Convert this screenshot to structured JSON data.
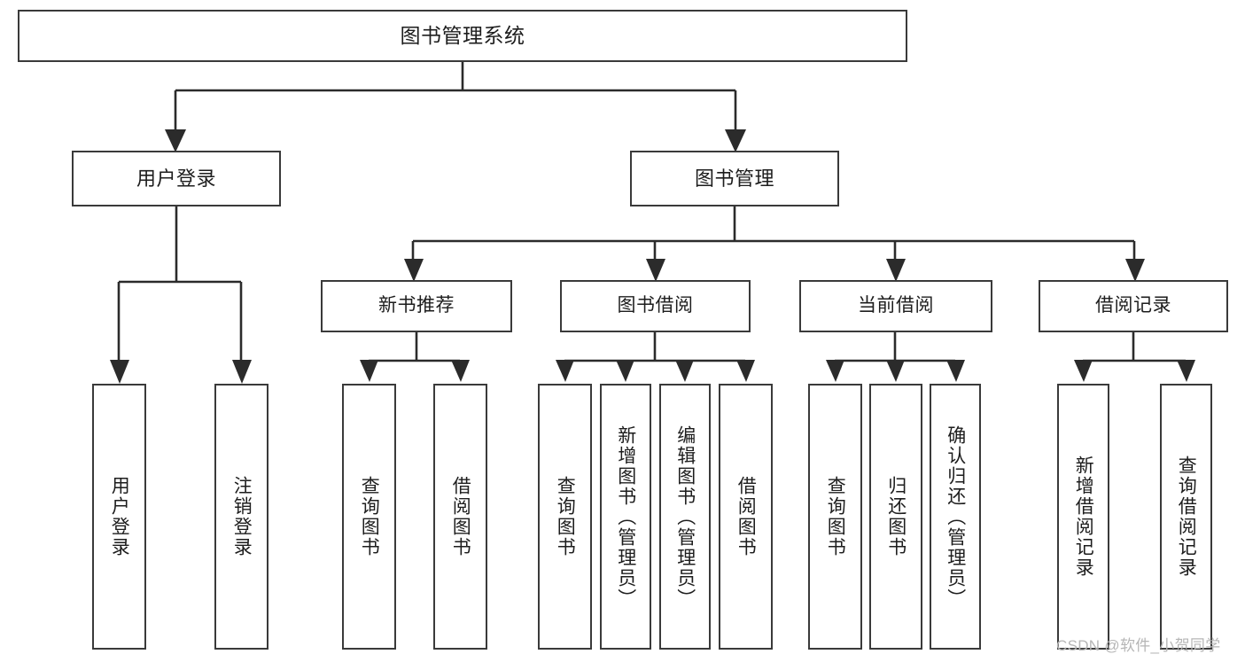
{
  "diagram": {
    "title": "图书管理系统",
    "type": "hierarchy-tree",
    "colors": {
      "box_border": "#3a3a3a",
      "box_fill": "#ffffff",
      "connector": "#2b2b2b",
      "text": "#1d1d1d",
      "watermark": "#b6b6b6",
      "canvas": "#ffffff"
    },
    "watermark": "CSDN @软件_小贺同学",
    "root": {
      "label": "图书管理系统"
    },
    "level1": [
      {
        "label": "用户登录"
      },
      {
        "label": "图书管理"
      }
    ],
    "level2": [
      {
        "label": "新书推荐"
      },
      {
        "label": "图书借阅"
      },
      {
        "label": "当前借阅"
      },
      {
        "label": "借阅记录"
      }
    ],
    "leaves": {
      "user_login": [
        {
          "label": "用户登录"
        },
        {
          "label": "注销登录"
        }
      ],
      "new_book_recommend": [
        {
          "label": "查询图书"
        },
        {
          "label": "借阅图书"
        }
      ],
      "book_borrow": [
        {
          "label": "查询图书"
        },
        {
          "label": "新增图书（管理员）"
        },
        {
          "label": "编辑图书（管理员）"
        },
        {
          "label": "借阅图书"
        }
      ],
      "current_borrow": [
        {
          "label": "查询图书"
        },
        {
          "label": "归还图书"
        },
        {
          "label": "确认归还（管理员）"
        }
      ],
      "borrow_records": [
        {
          "label": "新增借阅记录"
        },
        {
          "label": "查询借阅记录"
        }
      ]
    }
  }
}
